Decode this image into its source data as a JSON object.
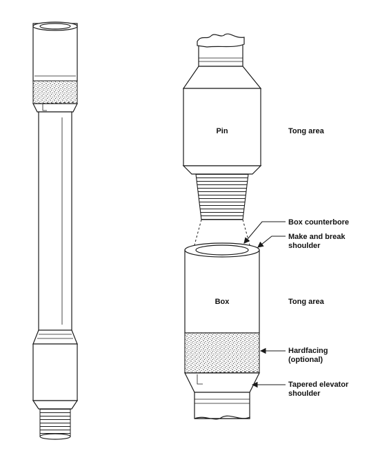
{
  "labels": {
    "pin": "Pin",
    "box": "Box",
    "tong_area_upper": "Tong area",
    "tong_area_lower": "Tong area",
    "box_counterbore": "Box counterbore",
    "make_break_line1": "Make and break",
    "make_break_line2": "shoulder",
    "hardfacing_line1": "Hardfacing",
    "hardfacing_line2": "(optional)",
    "tapered_line1": "Tapered elevator",
    "tapered_line2": "shoulder"
  },
  "colors": {
    "line": "#1a1a1a",
    "background": "#ffffff"
  }
}
